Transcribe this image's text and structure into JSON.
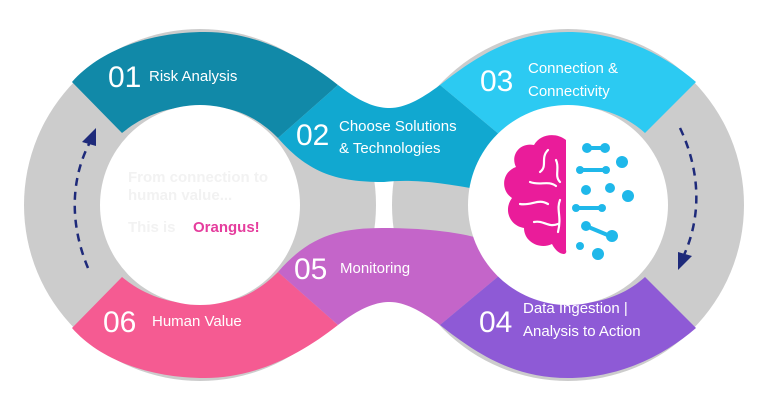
{
  "steps": [
    {
      "num": "01",
      "lines": [
        "Risk Analysis"
      ]
    },
    {
      "num": "02",
      "lines": [
        "Choose Solutions",
        "& Technologies"
      ]
    },
    {
      "num": "03",
      "lines": [
        "Connection &",
        "Connectivity"
      ]
    },
    {
      "num": "04",
      "lines": [
        "Data Ingestion |",
        "Analysis to Action"
      ]
    },
    {
      "num": "05",
      "lines": [
        "Monitoring"
      ]
    },
    {
      "num": "06",
      "lines": [
        "Human Value"
      ]
    }
  ],
  "tagline": {
    "line1": "From connection to",
    "line2": "human value...",
    "line3_prefix": "This is",
    "brand": "Orangus!"
  },
  "colors": {
    "step01": "#1189a8",
    "step02": "#11a8d0",
    "step03": "#2ccaf2",
    "step04": "#8e5ad6",
    "step05": "#c465c9",
    "step06": "#f55b92",
    "ring": "#cccccc",
    "arrow": "#1e2a7a",
    "brain_left": "#ea1c9a",
    "brain_right": "#1fb8ea",
    "brand": "#e53d9d",
    "tagline": "#f2f2f2"
  },
  "icons": {
    "brain": "brain-circuit-icon",
    "arrow_left": "dashed-arrow-up-icon",
    "arrow_right": "dashed-arrow-down-icon"
  }
}
